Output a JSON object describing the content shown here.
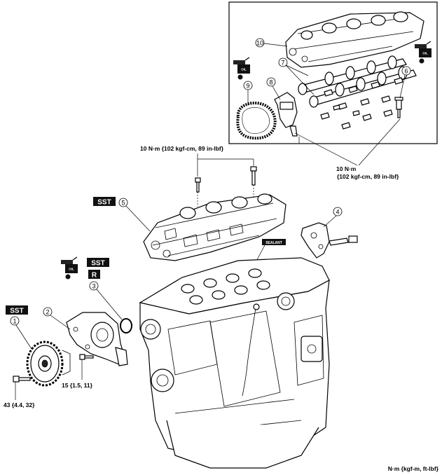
{
  "callouts": {
    "c1": "1",
    "c2": "2",
    "c3": "3",
    "c4": "4",
    "c5": "5",
    "c6": "6",
    "c7": "7",
    "c8": "8",
    "c9": "9",
    "c10": "10"
  },
  "badges": {
    "sst": "SST",
    "r": "R",
    "oil": "OIL",
    "sealant": "SEALANT"
  },
  "torque": {
    "top_bolts": "10 N·m {102 kgf-cm, 89 in-lbf}",
    "inset_line1": "10 N·m",
    "inset_line2": "{102 kgf-cm, 89 in-lbf}",
    "bolt_15": "15 {1.5, 11}",
    "bolt_43": "43 {4.4, 32}"
  },
  "units_note": "N·m {kgf-m, ft-lbf}"
}
